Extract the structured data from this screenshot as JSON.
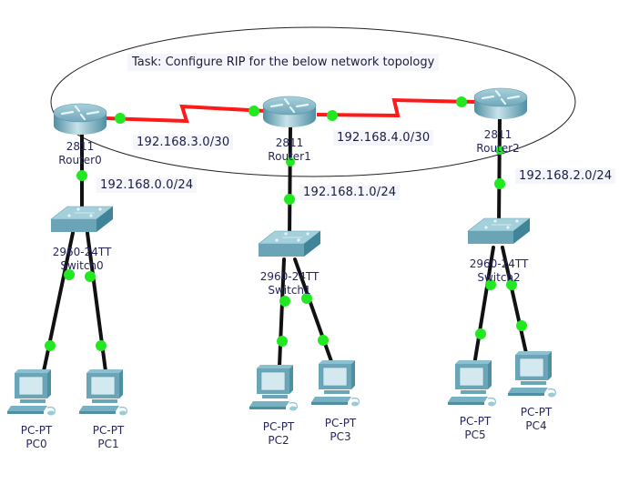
{
  "task_note": "Task: Configure RIP for the below network topology",
  "colors": {
    "serial_link": "#ff1a1a",
    "ethernet_link": "#111111",
    "link_up_dot": "#22e822",
    "device_body": "#6aa6b8",
    "label_text": "#26265e"
  },
  "routers": [
    {
      "id": "router0",
      "model": "2811",
      "name": "Router0",
      "icon": "router-icon"
    },
    {
      "id": "router1",
      "model": "2811",
      "name": "Router1",
      "icon": "router-icon"
    },
    {
      "id": "router2",
      "model": "2811",
      "name": "Router2",
      "icon": "router-icon"
    }
  ],
  "switches": [
    {
      "id": "switch0",
      "model": "2960-24TT",
      "name": "Switch0",
      "icon": "switch-icon"
    },
    {
      "id": "switch1",
      "model": "2960-24TT",
      "name": "Switch1",
      "icon": "switch-icon"
    },
    {
      "id": "switch2",
      "model": "2960-24TT",
      "name": "Switch2",
      "icon": "switch-icon"
    }
  ],
  "pcs": [
    {
      "id": "pc0",
      "model": "PC-PT",
      "name": "PC0",
      "icon": "pc-icon"
    },
    {
      "id": "pc1",
      "model": "PC-PT",
      "name": "PC1",
      "icon": "pc-icon"
    },
    {
      "id": "pc2",
      "model": "PC-PT",
      "name": "PC2",
      "icon": "pc-icon"
    },
    {
      "id": "pc3",
      "model": "PC-PT",
      "name": "PC3",
      "icon": "pc-icon"
    },
    {
      "id": "pc5",
      "model": "PC-PT",
      "name": "PC5",
      "icon": "pc-icon"
    },
    {
      "id": "pc4",
      "model": "PC-PT",
      "name": "PC4",
      "icon": "pc-icon"
    }
  ],
  "networks": {
    "r0_r1": "192.168.3.0/30",
    "r1_r2": "192.168.4.0/30",
    "r0_lan": "192.168.0.0/24",
    "r1_lan": "192.168.1.0/24",
    "r2_lan": "192.168.2.0/24"
  },
  "links": [
    {
      "from": "Router0",
      "to": "Router1",
      "type": "serial",
      "network": "192.168.3.0/30"
    },
    {
      "from": "Router1",
      "to": "Router2",
      "type": "serial",
      "network": "192.168.4.0/30"
    },
    {
      "from": "Router0",
      "to": "Switch0",
      "type": "ethernet",
      "network": "192.168.0.0/24"
    },
    {
      "from": "Router1",
      "to": "Switch1",
      "type": "ethernet",
      "network": "192.168.1.0/24"
    },
    {
      "from": "Router2",
      "to": "Switch2",
      "type": "ethernet",
      "network": "192.168.2.0/24"
    },
    {
      "from": "Switch0",
      "to": "PC0",
      "type": "ethernet"
    },
    {
      "from": "Switch0",
      "to": "PC1",
      "type": "ethernet"
    },
    {
      "from": "Switch1",
      "to": "PC2",
      "type": "ethernet"
    },
    {
      "from": "Switch1",
      "to": "PC3",
      "type": "ethernet"
    },
    {
      "from": "Switch2",
      "to": "PC5",
      "type": "ethernet"
    },
    {
      "from": "Switch2",
      "to": "PC4",
      "type": "ethernet"
    }
  ]
}
